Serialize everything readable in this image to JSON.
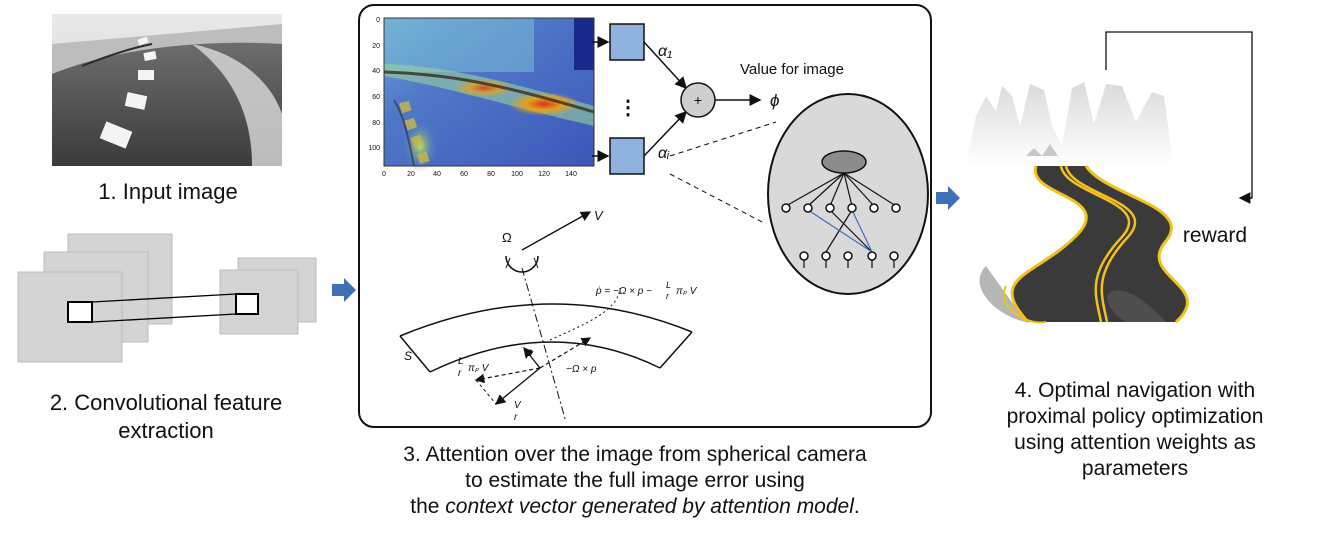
{
  "step1": {
    "caption": "1. Input image"
  },
  "step2": {
    "caption_line1": "2. Convolutional feature",
    "caption_line2": "extraction"
  },
  "step3": {
    "caption_line1": "3. Attention over the image from spherical camera",
    "caption_line2": "to estimate the full image error using",
    "caption_line3_prefix": "the ",
    "caption_line3_italic": "context vector generated by attention model",
    "caption_line3_suffix": ".",
    "heatmap": {
      "y_ticks": [
        "0",
        "20",
        "40",
        "60",
        "80",
        "100"
      ],
      "x_ticks": [
        "0",
        "20",
        "40",
        "60",
        "80",
        "100",
        "120",
        "140"
      ]
    },
    "alpha_top": "α₁",
    "alpha_bottom": "αᵢ",
    "sum_symbol": "+",
    "value_label": "Value for image",
    "phi_symbol": "ϕ",
    "dots": "⋮",
    "geometry": {
      "omega": "Ω",
      "v_label": "V",
      "s_label": "S",
      "p_label": "p",
      "equation": "ṗ = −Ω × p − ",
      "eq_frac_num": "L",
      "eq_frac_den": "r",
      "eq_tail": "πₚ V",
      "left_vec_tail": "πₚ V",
      "right_vec": "−Ω × p",
      "bottom_num": "V",
      "bottom_den": "r"
    }
  },
  "step4": {
    "caption_line1": "4. Optimal navigation with",
    "caption_line2": "proximal policy optimization",
    "caption_line3": "using attention weights as",
    "caption_line4": "parameters",
    "reward_label": "reward"
  },
  "colors": {
    "arrow_blue": "#3f6fb8",
    "node_blue": "#8fb2de",
    "panel_gray": "#d9d9d9",
    "road_yellow": "#f2c21b"
  }
}
